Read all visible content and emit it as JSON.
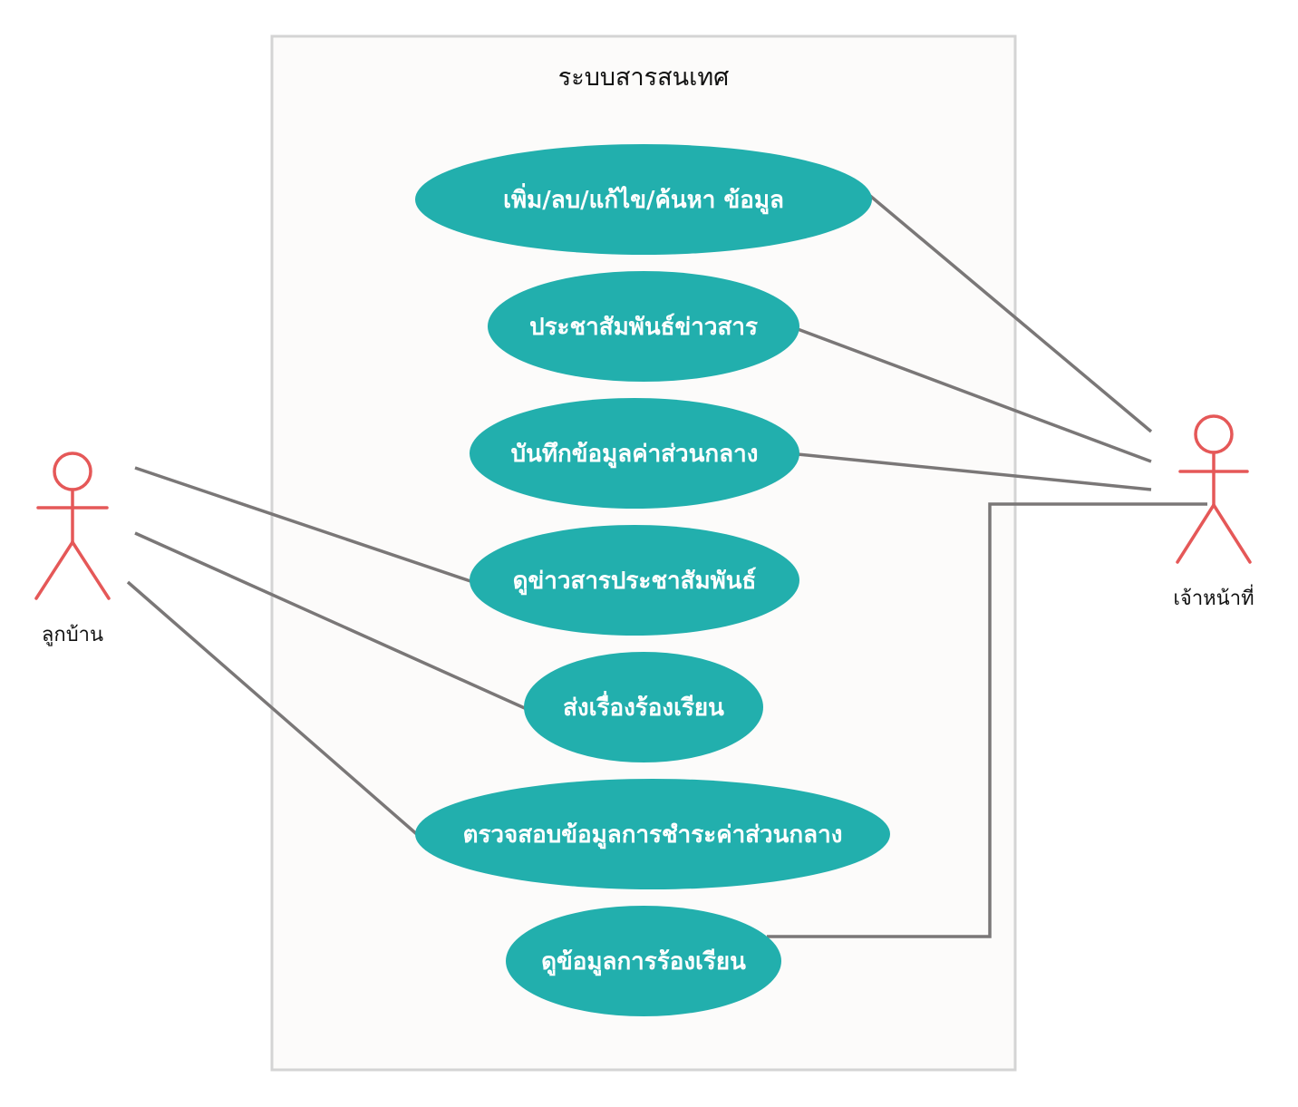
{
  "system": {
    "title": "ระบบสารสนเทศ"
  },
  "actors": {
    "resident": {
      "label": "ลูกบ้าน",
      "icon": "stick-figure-icon"
    },
    "staff": {
      "label": "เจ้าหน้าที่",
      "icon": "stick-figure-icon"
    }
  },
  "use_cases": [
    {
      "id": "manage-data",
      "label": "เพิ่ม/ลบ/แก้ไข/ค้นหา ข้อมูล"
    },
    {
      "id": "publicize-news",
      "label": "ประชาสัมพันธ์ข่าวสาร"
    },
    {
      "id": "record-fees",
      "label": "บันทึกข้อมูลค่าส่วนกลาง"
    },
    {
      "id": "view-news",
      "label": "ดูข่าวสารประชาสัมพันธ์"
    },
    {
      "id": "send-complaint",
      "label": "ส่งเรื่องร้องเรียน"
    },
    {
      "id": "check-payment",
      "label": "ตรวจสอบข้อมูลการชำระค่าส่วนกลาง"
    },
    {
      "id": "view-complaints",
      "label": "ดูข้อมูลการร้องเรียน"
    }
  ],
  "associations": [
    {
      "actor": "staff",
      "use_case": "manage-data"
    },
    {
      "actor": "staff",
      "use_case": "publicize-news"
    },
    {
      "actor": "staff",
      "use_case": "record-fees"
    },
    {
      "actor": "staff",
      "use_case": "view-complaints"
    },
    {
      "actor": "resident",
      "use_case": "view-news"
    },
    {
      "actor": "resident",
      "use_case": "send-complaint"
    },
    {
      "actor": "resident",
      "use_case": "check-payment"
    }
  ],
  "colors": {
    "use_case_fill": "#22AFAD",
    "use_case_text": "#FFFFFF",
    "actor_stroke": "#E55858",
    "connector": "#7A7777",
    "system_fill": "#FCFBFA",
    "system_border": "#D4D4D4"
  }
}
